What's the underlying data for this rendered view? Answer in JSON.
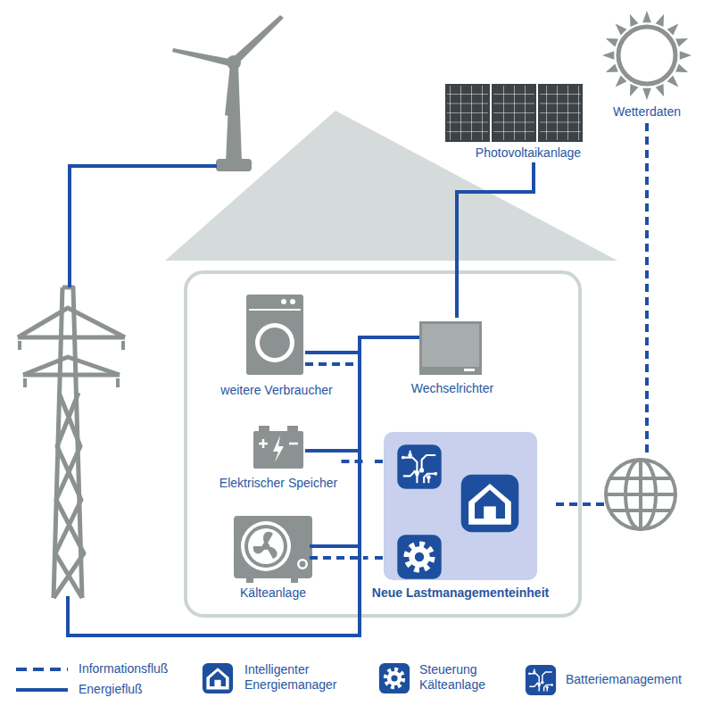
{
  "diagram": {
    "nodes": [
      {
        "text": [
          "Wetterdaten"
        ]
      },
      {
        "text": [
          "Photovoltaikanlage"
        ]
      },
      {
        "text": [
          "weitere Verbraucher"
        ]
      },
      {
        "text": [
          "Wechselrichter"
        ]
      },
      {
        "text": [
          "Elektrischer Speicher"
        ]
      },
      {
        "text": [
          "Kälteanlage"
        ]
      },
      {
        "text": [
          "Neue Lastmanagementeinheit"
        ]
      }
    ],
    "edges": [
      {
        "from": 1,
        "to": 3,
        "arrow": "none"
      },
      {
        "from": 3,
        "to": 2,
        "arrow": "none"
      },
      {
        "from": 3,
        "to": 4,
        "arrow": "none"
      },
      {
        "from": 3,
        "to": 5,
        "arrow": "none"
      },
      {
        "from": 4,
        "to": 6,
        "arrow": "none"
      },
      {
        "from": 5,
        "to": 6,
        "arrow": "none"
      },
      {
        "from": 0,
        "to": 6,
        "arrow": "none"
      }
    ],
    "legend": [
      {
        "text": "Informationsfluß"
      },
      {
        "text": "Energiefluß"
      },
      {
        "text": "Intelligenter Energiemanager"
      },
      {
        "text": "Steuerung Kälteanlage"
      },
      {
        "text": "Batteriemanagement"
      }
    ]
  }
}
